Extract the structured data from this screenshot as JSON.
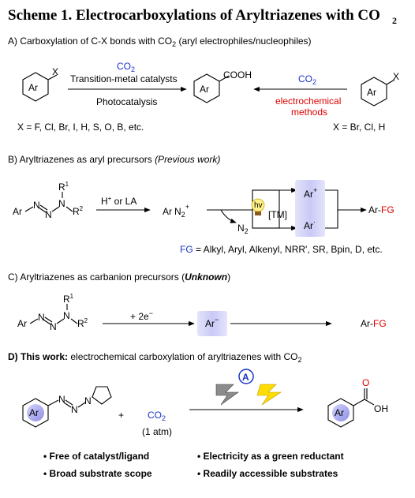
{
  "title": "Scheme 1. Electrocarboxylations of Aryltriazenes with CO",
  "title_sub": "2",
  "A": {
    "heading": "A) Carboxylation of C-X bonds with CO",
    "heading_sub": "2",
    "heading_tail": " (aryl electrophiles/nucleophiles)",
    "ar": "Ar",
    "x": "X",
    "co2": "CO",
    "co2_sub": "2",
    "tm": "Transition-metal catalysts",
    "photo": "Photocatalysis",
    "cooh": "COOH",
    "echem1": "electrochemical",
    "echem2": "methods",
    "xleft": "X = F, Cl, Br, I, H, S, O, B, etc.",
    "xright": "X = Br, Cl, H"
  },
  "B": {
    "heading": "B) Aryltriazenes as aryl precursors ",
    "heading_it": "(Previous work)",
    "ar": "Ar",
    "n": "N",
    "r1": "R",
    "r1_sup": "1",
    "r2": "R",
    "r2_sup": "2",
    "reagent": "H",
    "reagent_sup": "+",
    "reagent_tail": " or LA",
    "arn2": "Ar",
    "arn2_n": "N",
    "arn2_sub": "2",
    "arn2_sup": "+",
    "n2": "N",
    "n2_sub": "2",
    "hv": "hv",
    "tm": "[TM]",
    "cat_ar": "Ar",
    "cat_sup": "+",
    "rad_ar": "Ar",
    "rad_sup": "·",
    "product": "Ar-",
    "product_fg": "FG",
    "fg_key": "FG",
    "fg_list": " = Alkyl, Aryl, Alkenyl, NRR', SR, Bpin, D, etc."
  },
  "C": {
    "heading": "C) Aryltriazenes as carbanion precursors (",
    "heading_it": "Unknown",
    "heading_end": ")",
    "reagent": "+ 2e",
    "reagent_sup": "−",
    "anion": "Ar",
    "anion_sup": "−",
    "product": "Ar-",
    "product_fg": "FG"
  },
  "D": {
    "heading_bold": "D) This work:",
    "heading": " electrochemical carboxylation of aryltriazenes with CO",
    "heading_sub": "2",
    "ar": "Ar",
    "n": "N",
    "plus": "+",
    "co2": "CO",
    "co2_sub": "2",
    "atm": "(1 atm)",
    "a_mark": "A",
    "o": "O",
    "oh": "OH",
    "b1": "• Free of catalyst/ligand",
    "b2": "• Broad substrate scope",
    "b3": "• Electricity as a green reductant",
    "b4": "• Readily accessible substrates"
  },
  "colors": {
    "red": "#e00000",
    "blue": "#1a33c8",
    "ring_fill": "#a9a9ee",
    "box_fill": "#c9c9f6",
    "lightning": "#ffdd00",
    "bulb": "#fff08a"
  }
}
